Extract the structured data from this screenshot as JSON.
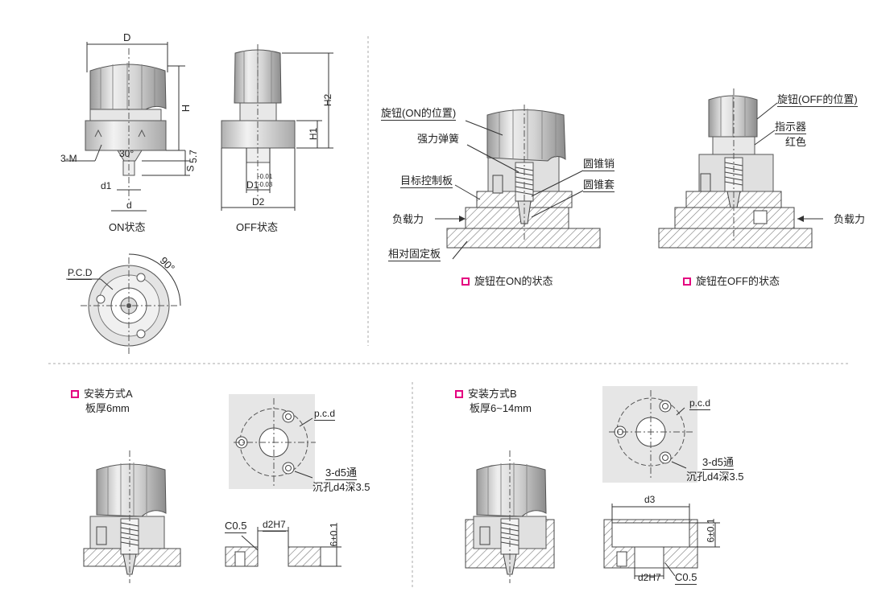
{
  "colors": {
    "accent": "#e4007f",
    "knob": "#d9d9d9",
    "hatch": "#777777",
    "panel": "#e8e8e8"
  },
  "top_left": {
    "dims": {
      "D": "D",
      "H": "H",
      "H2": "H2",
      "H1": "H1",
      "S": "S",
      "s57": "5.7",
      "d1": "d1",
      "d": "d",
      "D2": "D2",
      "D1": "D1",
      "D1_tol_upper": "-0.01",
      "D1_tol_lower": "-0.03",
      "m3": "3-M",
      "deg30": "30°",
      "deg90": "90°",
      "pcd": "P.C.D"
    },
    "caption_on": "ON状态",
    "caption_off": "OFF状态"
  },
  "top_right": {
    "on": {
      "knob_on": "旋钮(ON的位置)",
      "spring": "强力弹簧",
      "cone_pin": "圆锥销",
      "target_plate": "目标控制板",
      "cone_sleeve": "圆锥套",
      "load": "负载力",
      "fixed_plate": "相对固定板",
      "caption": "旋钮在ON的状态"
    },
    "off": {
      "knob_off": "旋钮(OFF的位置)",
      "indicator": "指示器",
      "red": "红色",
      "load": "负载力",
      "caption": "旋钮在OFF的状态"
    }
  },
  "bottom_left": {
    "title": "安装方式A",
    "subtitle": "板厚6mm",
    "pcd": "p.c.d",
    "holes": "3-d5通",
    "counterbore": "沉孔d4深3.5",
    "c05": "C0.5",
    "d2h7": "d2H7",
    "depth": "6±0.1"
  },
  "bottom_right": {
    "title": "安装方式B",
    "subtitle": "板厚6~14mm",
    "pcd": "p.c.d",
    "holes": "3-d5通",
    "counterbore": "沉孔d4深3.5",
    "d3": "d3",
    "depth": "6±0.1",
    "d2h7": "d2H7",
    "c05": "C0.5"
  }
}
